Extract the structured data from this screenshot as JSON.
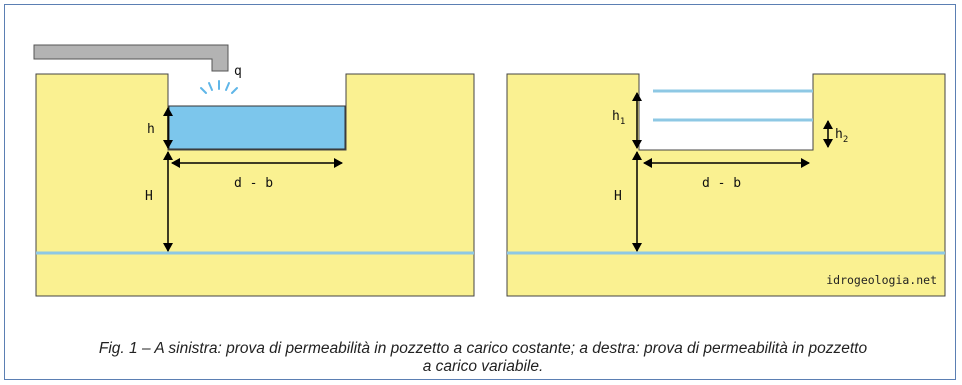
{
  "colors": {
    "soil": "#faf191",
    "soil_border": "#444444",
    "water": "#7cc6ec",
    "water_line": "#8ec8e4",
    "pipe": "#b3b3b3"
  },
  "left_panel": {
    "flow_label": "q",
    "h_label": "h",
    "H_label": "H",
    "width_label": "d - b"
  },
  "right_panel": {
    "h1_label": "h",
    "h1_sub": "1",
    "h2_label": "h",
    "h2_sub": "2",
    "H_label": "H",
    "width_label": "d - b",
    "watermark": "idrogeologia.net"
  },
  "caption": {
    "line1": "Fig. 1 – A sinistra: prova di permeabilità in pozzetto a carico costante; a destra: prova di permeabilità in pozzetto",
    "line2": "a carico variabile."
  }
}
